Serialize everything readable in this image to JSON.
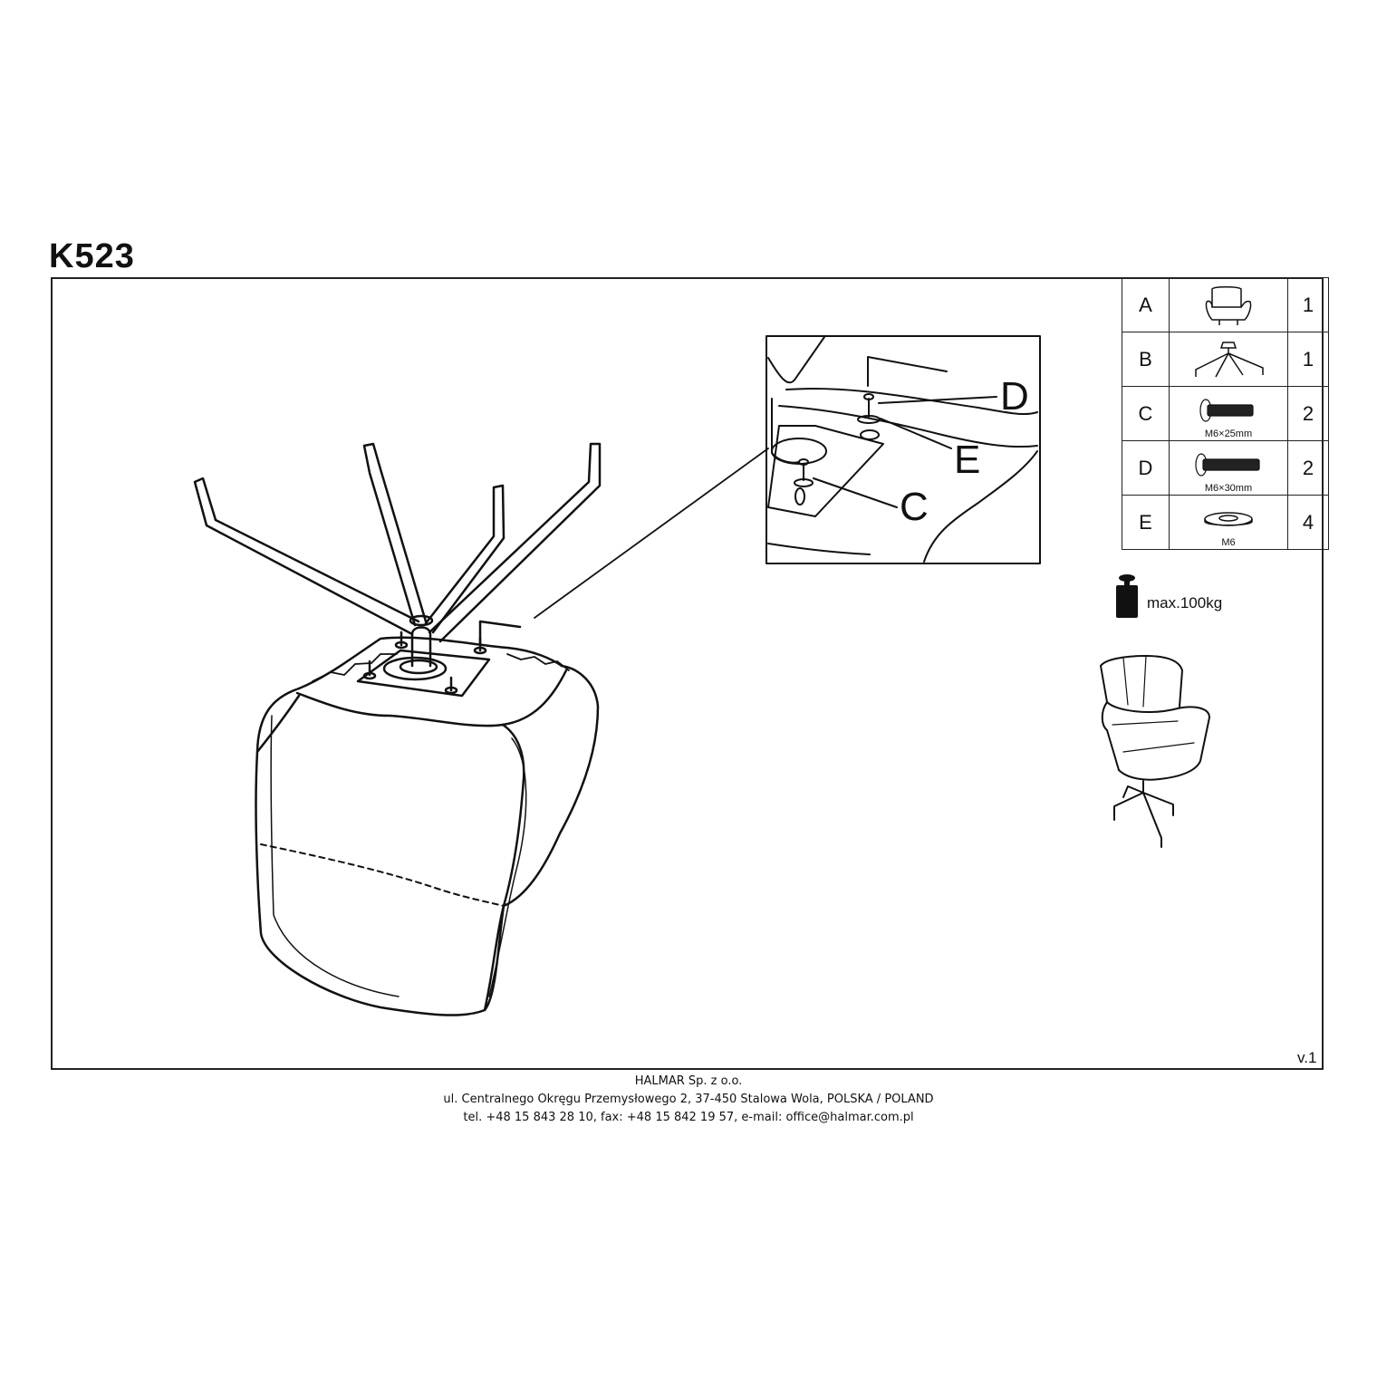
{
  "document": {
    "title": "K523",
    "version": "v.1"
  },
  "parts_table": [
    {
      "letter": "A",
      "icon": "chair-icon",
      "dimension": "",
      "qty": "1"
    },
    {
      "letter": "B",
      "icon": "star-base-icon",
      "dimension": "",
      "qty": "1"
    },
    {
      "letter": "C",
      "icon": "bolt-icon",
      "dimension": "M6×25mm",
      "qty": "2"
    },
    {
      "letter": "D",
      "icon": "bolt-icon",
      "dimension": "M6×30mm",
      "qty": "2"
    },
    {
      "letter": "E",
      "icon": "washer-icon",
      "dimension": "M6",
      "qty": "4"
    }
  ],
  "callouts": {
    "d": "D",
    "e": "E",
    "c": "C"
  },
  "max_load": {
    "label": "max.100kg",
    "icon": "weight-icon"
  },
  "footer": {
    "company": "HALMAR Sp. z o.o.",
    "address": "ul. Centralnego Okręgu Przemysłowego 2, 37-450 Stalowa Wola, POLSKA / POLAND",
    "contact": "tel. +48 15 843 28 10, fax: +48 15 842 19 57, e-mail: office@halmar.com.pl"
  },
  "colors": {
    "line": "#111111",
    "background": "#ffffff"
  }
}
